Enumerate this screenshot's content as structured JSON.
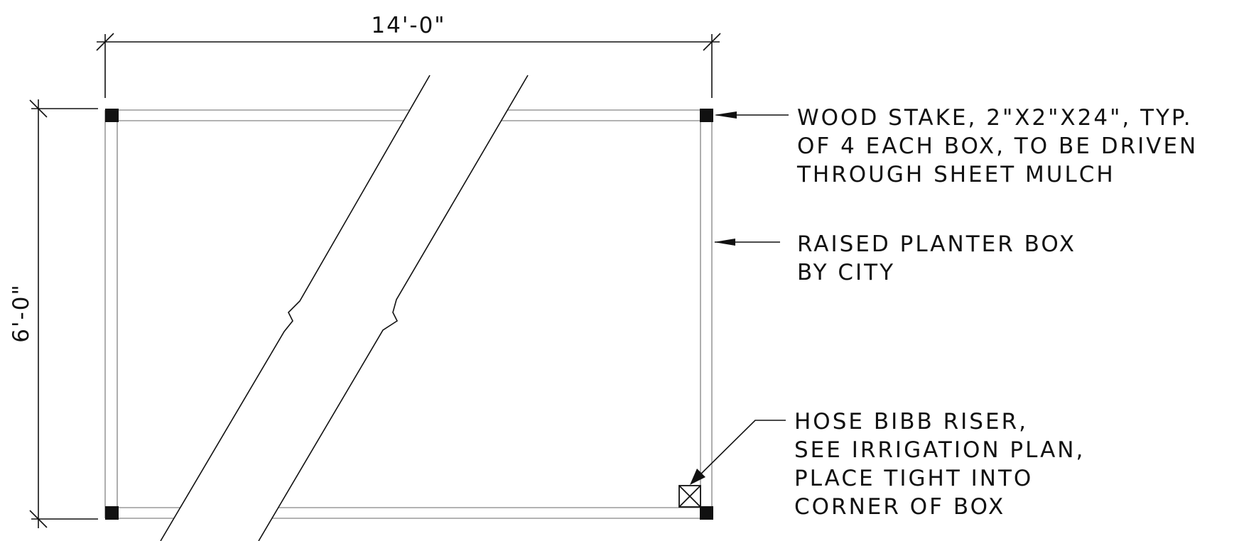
{
  "dimensions": {
    "width": "14'-0\"",
    "height": "6'-0\""
  },
  "callouts": {
    "wood_stake": [
      "WOOD STAKE, 2\"X2\"X24\", TYP.",
      "OF 4 EACH BOX, TO BE DRIVEN",
      "THROUGH SHEET MULCH"
    ],
    "planter_box": [
      "RAISED PLANTER BOX",
      "BY CITY"
    ],
    "hose_bibb": [
      "HOSE BIBB RISER,",
      "SEE IRRIGATION PLAN,",
      "PLACE TIGHT INTO",
      "CORNER OF BOX"
    ]
  },
  "colors": {
    "line": "#111111",
    "box_edge": "#9a9a9a",
    "stake": "#111111",
    "background": "#ffffff"
  }
}
